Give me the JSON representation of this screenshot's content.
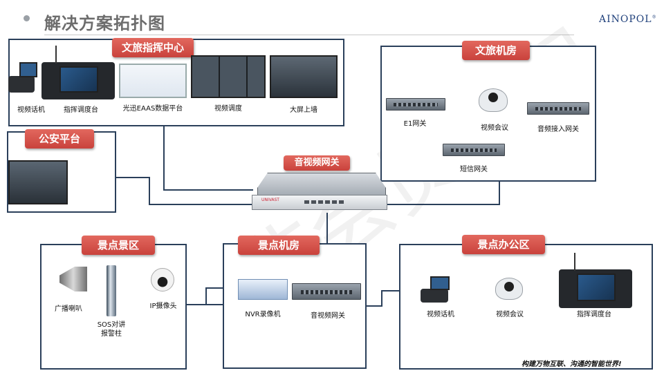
{
  "header": {
    "title": "解决方案拓扑图",
    "logo": "AINOPOL",
    "logo_mark": "®"
  },
  "watermark": "非会员水印",
  "slogan": "构建万物互联、沟通的智能世界!",
  "groups": {
    "command_center": {
      "title": "文旅指挥中心",
      "devices": [
        "视频话机",
        "指挥调度台",
        "光迅EAAS数据平台",
        "视频调度",
        "大屏上墙"
      ]
    },
    "machine_room": {
      "title": "文旅机房",
      "devices": [
        "E1网关",
        "视频会议",
        "音频接入网关",
        "短信网关"
      ]
    },
    "police": {
      "title": "公安平台"
    },
    "gateway": {
      "title": "音视频网关",
      "brand": "UNIVAST"
    },
    "scenic_area": {
      "title": "景点景区",
      "devices": [
        "广播喇叭",
        "SOS对讲\n报警柱",
        "IP摄像头"
      ]
    },
    "scenic_room": {
      "title": "景点机房",
      "devices": [
        "NVR录像机",
        "音视频网关"
      ]
    },
    "scenic_office": {
      "title": "景点办公区",
      "devices": [
        "视频话机",
        "视频会议",
        "指挥调度台"
      ]
    }
  }
}
